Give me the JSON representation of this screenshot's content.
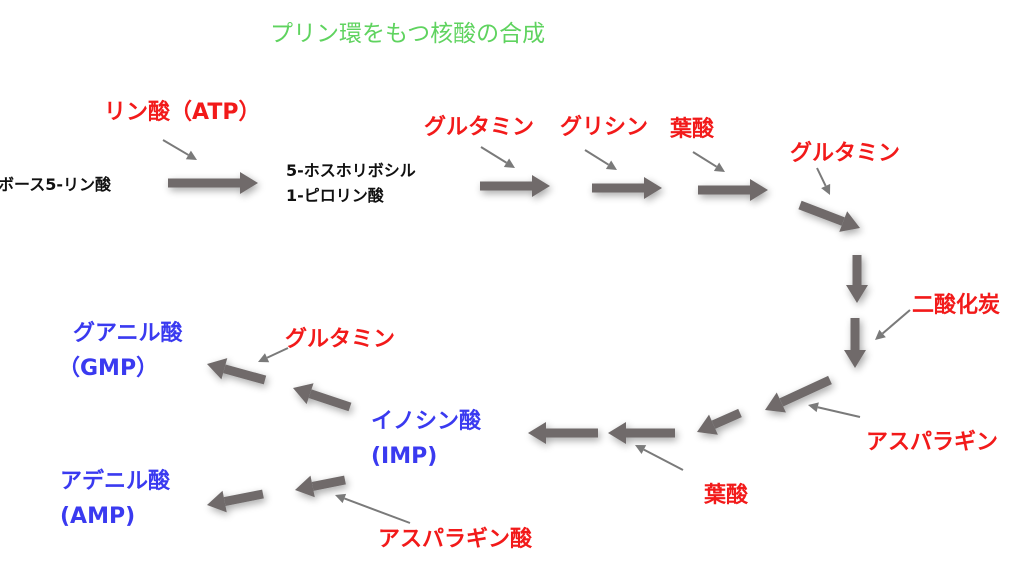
{
  "title": "プリン環をもつ核酸の合成",
  "compounds": {
    "ribose5p": "ボース5-リン酸",
    "prpp_line1": "5-ホスホリボシル",
    "prpp_line2": "1-ピロリン酸",
    "imp_line1": "イノシン酸",
    "imp_line2": "(IMP)",
    "gmp_line1": "グアニル酸",
    "gmp_line2": "（GMP）",
    "amp_line1": "アデニル酸",
    "amp_line2": "(AMP)"
  },
  "reactants": {
    "atp": "リン酸（ATP）",
    "glutamine1": "グルタミン",
    "glycine": "グリシン",
    "folate1": "葉酸",
    "glutamine2": "グルタミン",
    "co2": "二酸化炭",
    "aspartate1": "アスパラギン",
    "folate2": "葉酸",
    "glutamine3": "グルタミン",
    "aspartate2": "アスパラギン酸"
  },
  "colors": {
    "title": "#5fd35f",
    "reactant": "#f21a1a",
    "product": "#3a3af0",
    "arrow": "#6f6b6b"
  }
}
